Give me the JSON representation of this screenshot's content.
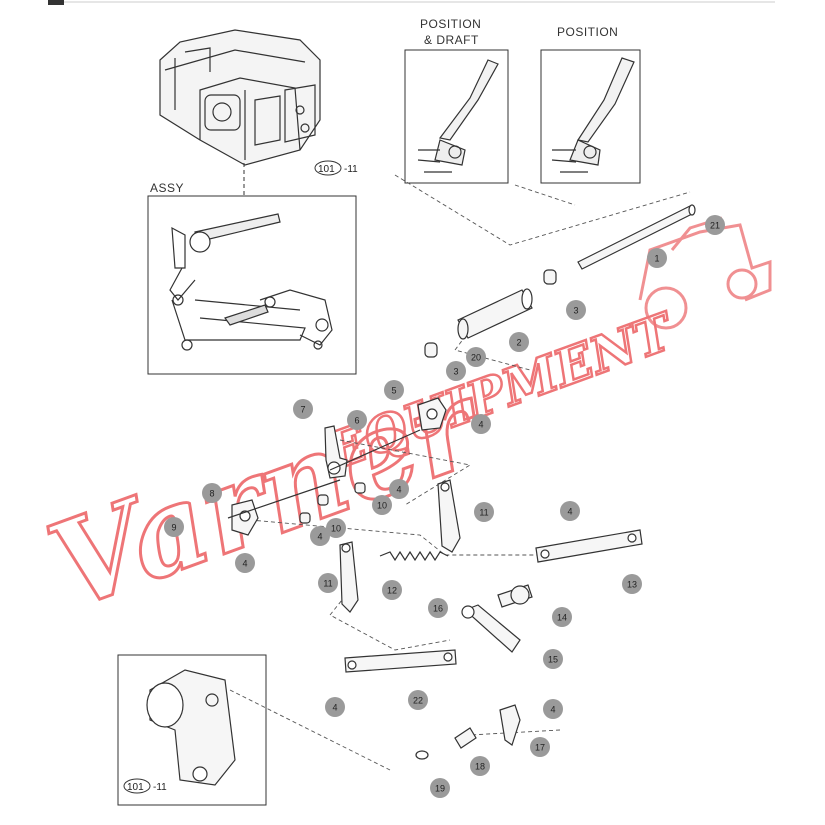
{
  "labels": {
    "position_draft_line1": "POSITION",
    "position_draft_line2": "& DRAFT",
    "position": "POSITION",
    "assy": "ASSY",
    "ref_top": "101",
    "ref_top_suffix": "-11",
    "ref_bottom": "101",
    "ref_bottom_suffix": "-11"
  },
  "watermark": {
    "word1": "Varner",
    "word2": "EQUIPMENT",
    "color": "#e8474a"
  },
  "callout_color": "#9a9a9a",
  "callouts": [
    "1",
    "2",
    "3",
    "20",
    "3",
    "21",
    "5",
    "4",
    "6",
    "7",
    "4",
    "10",
    "8",
    "9",
    "4",
    "4",
    "10",
    "11",
    "4",
    "13",
    "11",
    "12",
    "16",
    "14",
    "15",
    "22",
    "4",
    "4",
    "17",
    "18",
    "19"
  ]
}
